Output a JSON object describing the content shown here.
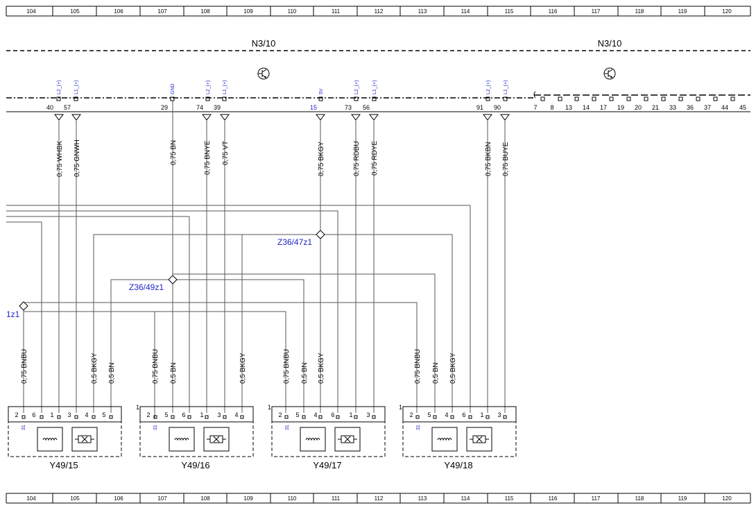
{
  "ruler": {
    "columns": [
      "104",
      "105",
      "106",
      "107",
      "108",
      "109",
      "110",
      "111",
      "112",
      "113",
      "114",
      "115",
      "116",
      "117",
      "118",
      "119",
      "120"
    ]
  },
  "ecu": {
    "label_left": "N3/10",
    "label_right": "N3/10",
    "transistor_icon": "transistor-symbol",
    "pins": [
      {
        "num": "40",
        "sig": "L2_(+)",
        "wire": "0,75 WHBK"
      },
      {
        "num": "57",
        "sig": "L1_(+)",
        "wire": "0,75 GNWH"
      },
      {
        "num": "29",
        "sig": "GND",
        "wire": "0,75 BN"
      },
      {
        "num": "74",
        "sig": "L2_(+)",
        "wire": "0,75 BNYE"
      },
      {
        "num": "39",
        "sig": "L1_(+)",
        "wire": "0,75 VT"
      },
      {
        "num": "15",
        "sig": "5V",
        "wire": "0,75 BKGY"
      },
      {
        "num": "73",
        "sig": "L2_(+)",
        "wire": "0,75 RDBU"
      },
      {
        "num": "56",
        "sig": "L1_(+)",
        "wire": "0,75 RDYE"
      },
      {
        "num": "91",
        "sig": "L2_(+)",
        "wire": "0,75 BKBN"
      },
      {
        "num": "90",
        "sig": "L1_(+)",
        "wire": "0,75 BUYE"
      }
    ],
    "extra_pins": [
      "7",
      "8",
      "13",
      "14",
      "17",
      "19",
      "20",
      "21",
      "33",
      "36",
      "37",
      "44",
      "45"
    ]
  },
  "splices": [
    "Z36/47z1",
    "Z36/49z1",
    "1z1"
  ],
  "actuators": [
    {
      "name": "Y49/15",
      "index": "",
      "gnd_sig": "31",
      "pins": [
        "2",
        "6",
        "1",
        "3",
        "4",
        "5"
      ],
      "wires": [
        "0,75 BNBU",
        "0,5 BKGY",
        "0,5 BN"
      ]
    },
    {
      "name": "Y49/16",
      "index": "1",
      "gnd_sig": "31",
      "pins": [
        "2",
        "5",
        "6",
        "1",
        "3",
        "4"
      ],
      "wires": [
        "0,75 BNBU",
        "0,5 BN",
        "0,5 BKGY"
      ]
    },
    {
      "name": "Y49/17",
      "index": "1",
      "gnd_sig": "31",
      "pins": [
        "2",
        "5",
        "4",
        "6",
        "1",
        "3"
      ],
      "wires": [
        "0,75 BNBU",
        "0,5 BN",
        "0,5 BKGY"
      ]
    },
    {
      "name": "Y49/18",
      "index": "1",
      "gnd_sig": "31",
      "pins": [
        "2",
        "5",
        "4",
        "6",
        "1",
        "3"
      ],
      "wires": [
        "0,75 BNBU",
        "0,5 BN",
        "0,5 BKGY"
      ]
    }
  ],
  "colors": {
    "signal_text": "#1f24c8",
    "line": "#000000",
    "wire": "#555555"
  }
}
